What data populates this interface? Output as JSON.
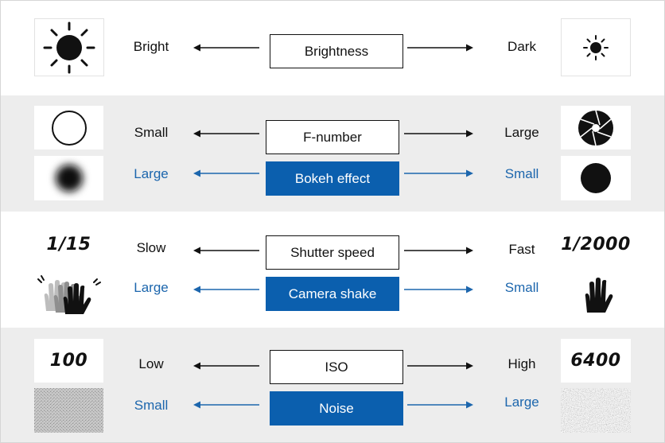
{
  "colors": {
    "accent_blue": "#0b5fae",
    "label_blue": "#1c66ad",
    "band_gray": "#ededed",
    "ink": "#111111"
  },
  "rows": {
    "brightness": {
      "left_label": "Bright",
      "center_label": "Brightness",
      "right_label": "Dark",
      "left_icon": "large-sun-icon",
      "right_icon": "small-sun-icon"
    },
    "fnumber": {
      "left_label": "Small",
      "center_label": "F-number",
      "right_label": "Large",
      "left_icon": "wide-aperture-icon",
      "right_icon": "narrow-aperture-icon"
    },
    "bokeh": {
      "left_label": "Large",
      "center_label": "Bokeh effect",
      "right_label": "Small",
      "left_icon": "blurred-dot-icon",
      "right_icon": "sharp-dot-icon"
    },
    "shutter": {
      "left_label": "Slow",
      "center_label": "Shutter speed",
      "right_label": "Fast",
      "left_value": "1/15",
      "right_value": "1/2000"
    },
    "shake": {
      "left_label": "Large",
      "center_label": "Camera shake",
      "right_label": "Small",
      "left_icon": "shaking-hand-icon",
      "right_icon": "steady-hand-icon"
    },
    "iso": {
      "left_label": "Low",
      "center_label": "ISO",
      "right_label": "High",
      "left_value": "100",
      "right_value": "6400"
    },
    "noise": {
      "left_label": "Small",
      "center_label": "Noise",
      "right_label": "Large",
      "left_icon": "fine-grain-noise-icon",
      "right_icon": "coarse-grain-noise-icon"
    }
  }
}
